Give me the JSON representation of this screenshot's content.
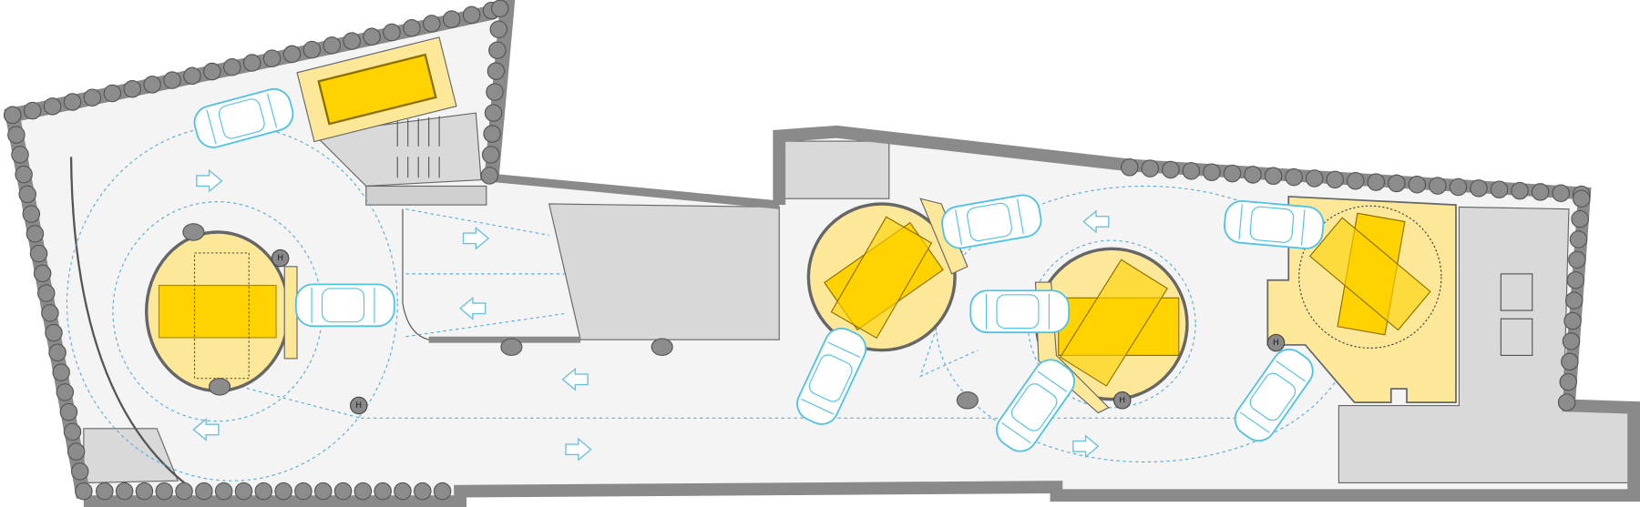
{
  "plan": {
    "type": "showroom floor plan",
    "turntable_count": 4,
    "car_count": 8,
    "column_marker_label": "H"
  },
  "colors": {
    "wall": "#8a8a8a",
    "wall_stroke": "#555555",
    "floor": "#f4f4f4",
    "service": "#d9d9d9",
    "platform": "#fde89a",
    "platform_core": "#ffd200",
    "car_outline": "#4fc3e6",
    "path": "#5aaed6"
  }
}
